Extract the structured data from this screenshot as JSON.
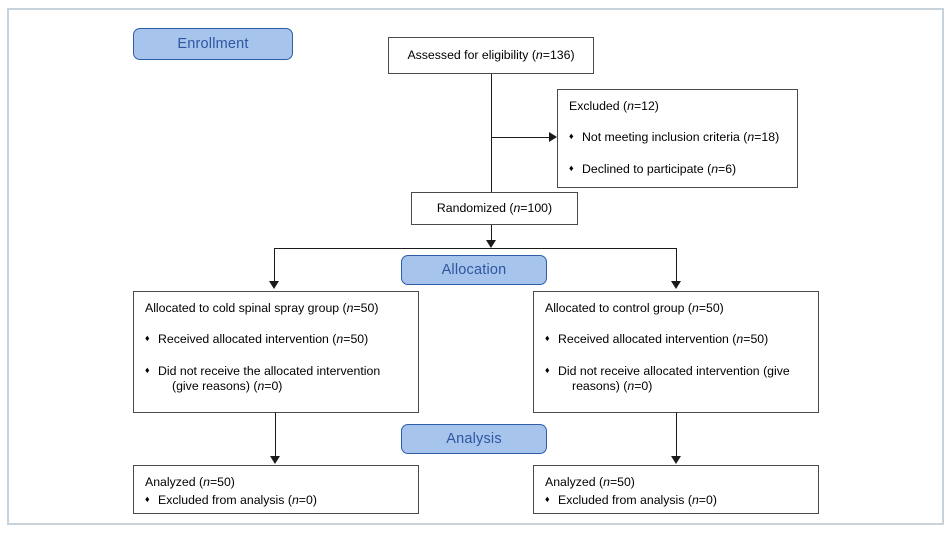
{
  "diagram": {
    "type": "consort-flow-diagram",
    "stages": [
      {
        "id": "enrollment",
        "label": "Enrollment"
      },
      {
        "id": "allocation",
        "label": "Allocation"
      },
      {
        "id": "analysis",
        "label": "Analysis"
      }
    ],
    "colors": {
      "stage_fill": "#a6c4ec",
      "stage_border": "#2e5ea8",
      "stage_text": "#2f56a0",
      "box_border": "#4a4a4a",
      "connector": "#1a1a1a",
      "frame_border": "#c7d2da",
      "background": "#ffffff"
    },
    "bullet_glyph": "♦",
    "boxes": {
      "assessed": {
        "title": "Assessed for eligibility (n=136)",
        "n": 136
      },
      "excluded": {
        "title": "Excluded (n=12)",
        "n": 12,
        "bullets": [
          "Not meeting inclusion criteria (n=18)",
          "Declined to participate (n=6)"
        ]
      },
      "randomized": {
        "title": "Randomized (n=100)",
        "n": 100
      },
      "allocated_intervention": {
        "title": "Allocated to cold spinal spray group (n=50)",
        "n": 50,
        "bullets": [
          "Received allocated intervention (n=50)",
          "Did not receive the allocated intervention"
        ],
        "bullet_continuation": "(give reasons) (n=0)"
      },
      "allocated_control": {
        "title": "Allocated to control group (n=50)",
        "n": 50,
        "bullets": [
          "Received allocated intervention (n=50)",
          "Did not receive allocated intervention (give"
        ],
        "bullet_continuation": "reasons) (n=0)"
      },
      "analyzed_intervention": {
        "title": "Analyzed (n=50)",
        "n": 50,
        "bullets": [
          "Excluded from analysis (n=0)"
        ]
      },
      "analyzed_control": {
        "title": "Analyzed (n=50)",
        "n": 50,
        "bullets": [
          "Excluded from analysis (n=0)"
        ]
      }
    }
  }
}
